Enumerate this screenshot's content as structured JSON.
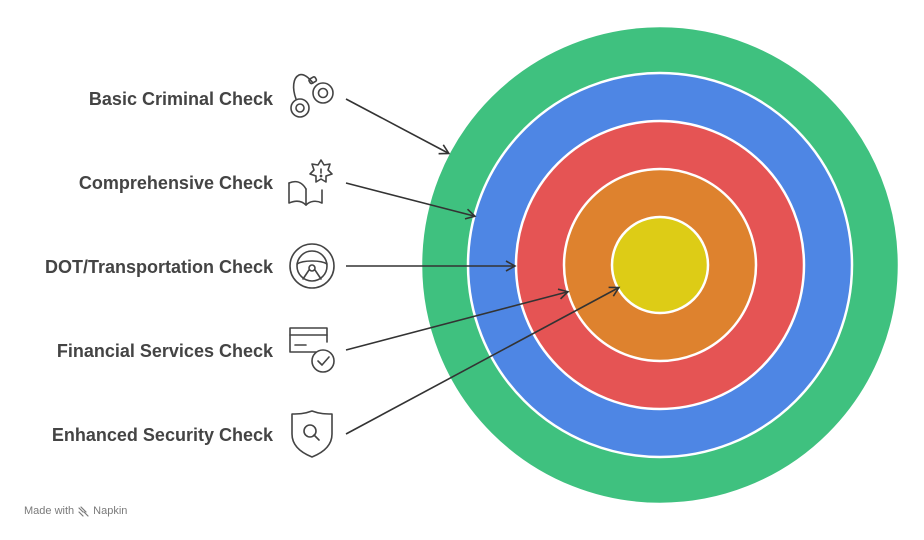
{
  "levels": [
    {
      "label": "Basic Criminal Check",
      "icon": "handcuffs-icon",
      "color": "#3fc17f"
    },
    {
      "label": "Comprehensive Check",
      "icon": "book-badge-icon",
      "color": "#4e86e4"
    },
    {
      "label": "DOT/Transportation Check",
      "icon": "steering-wheel-icon",
      "color": "#e55454"
    },
    {
      "label": "Financial Services Check",
      "icon": "credit-card-check-icon",
      "color": "#de822e"
    },
    {
      "label": "Enhanced Security Check",
      "icon": "shield-search-icon",
      "color": "#ddcc16"
    }
  ],
  "footer": {
    "prefix": "Made with",
    "brand": "Napkin"
  }
}
